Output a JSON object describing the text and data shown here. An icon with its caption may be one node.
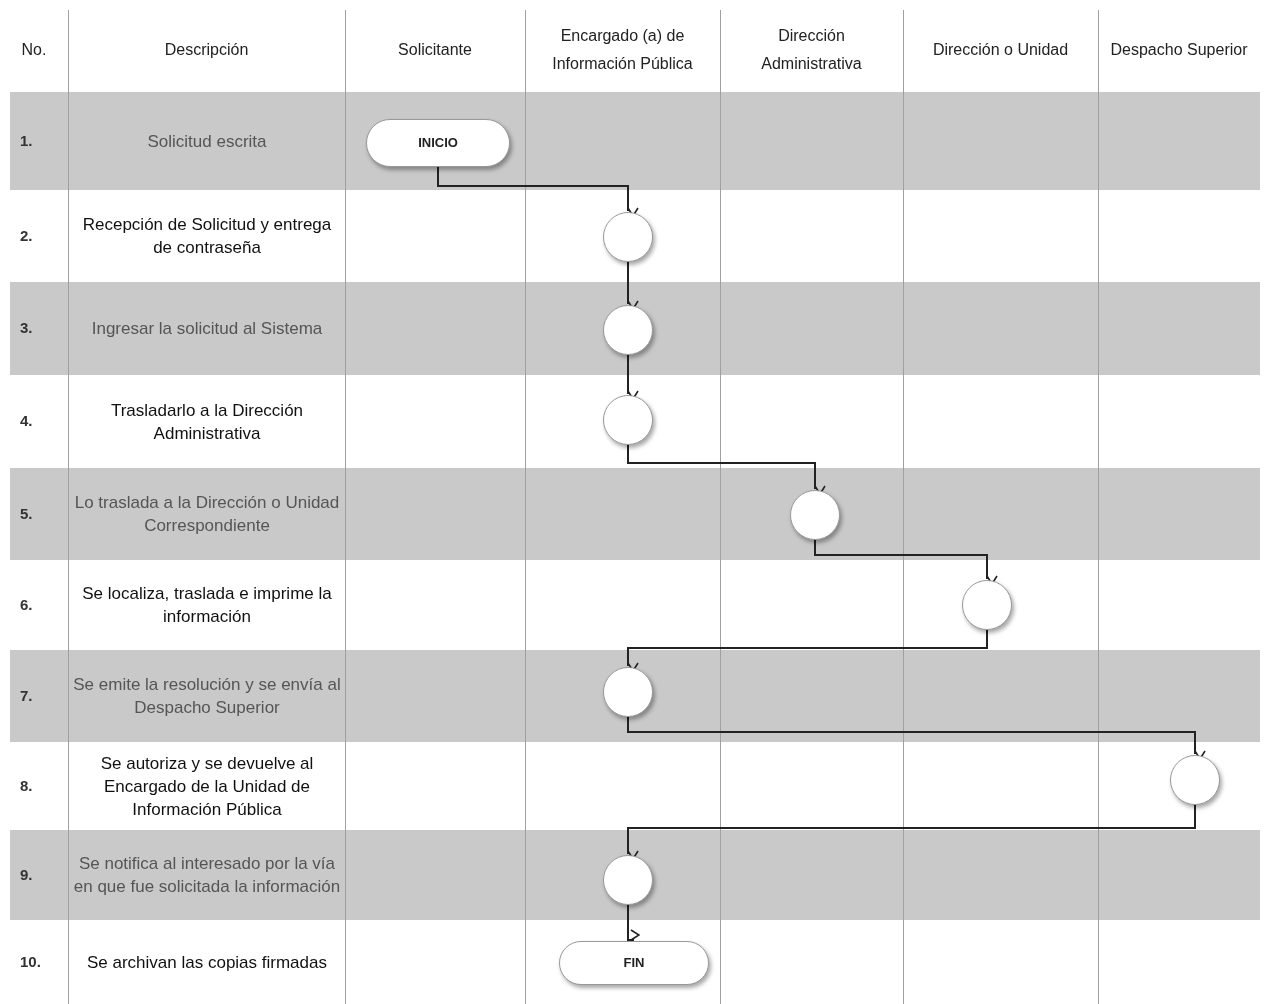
{
  "diagram": {
    "nodes": [
      {
        "text": [
          "INICIO"
        ]
      },
      {
        "text": [],
        "shape": "circle"
      },
      {
        "text": [],
        "shape": "circle"
      },
      {
        "text": [],
        "shape": "circle"
      },
      {
        "text": [],
        "shape": "circle"
      },
      {
        "text": [],
        "shape": "circle"
      },
      {
        "text": [],
        "shape": "circle"
      },
      {
        "text": [],
        "shape": "circle"
      },
      {
        "text": [],
        "shape": "circle"
      },
      {
        "text": [
          "FIN"
        ]
      }
    ],
    "edges": [
      {
        "from": 0,
        "to": 1,
        "arrow": "to"
      },
      {
        "from": 1,
        "to": 2,
        "arrow": "to"
      },
      {
        "from": 2,
        "to": 3,
        "arrow": "to"
      },
      {
        "from": 3,
        "to": 4,
        "arrow": "to"
      },
      {
        "from": 4,
        "to": 5,
        "arrow": "to"
      },
      {
        "from": 5,
        "to": 6,
        "arrow": "to"
      },
      {
        "from": 6,
        "to": 7,
        "arrow": "to"
      },
      {
        "from": 7,
        "to": 8,
        "arrow": "to"
      },
      {
        "from": 8,
        "to": 9,
        "arrow": "to"
      }
    ],
    "labels": [
      "No.",
      "Descripción",
      "Solicitante",
      "Encargado (a) de Información Pública",
      "Dirección Administrativa",
      "Dirección o Unidad",
      "Despacho Superior",
      "1.",
      "Solicitud escrita",
      "2.",
      "Recepción de Solicitud y entrega de contraseña",
      "3.",
      "Ingresar la solicitud al Sistema",
      "4.",
      "Trasladarlo a la Dirección Administrativa",
      "5.",
      "Lo traslada a la Dirección o Unidad Correspondiente",
      "6.",
      "Se localiza, traslada e imprime la información",
      "7.",
      "Se emite la resolución y se envía al Despacho Superior",
      "8.",
      "Se autoriza y se devuelve al Encargado de la Unidad de Información Pública",
      "9.",
      "Se notifica al interesado por la vía en que fue solicitada la información",
      "10.",
      "Se archivan las copias firmadas"
    ]
  }
}
